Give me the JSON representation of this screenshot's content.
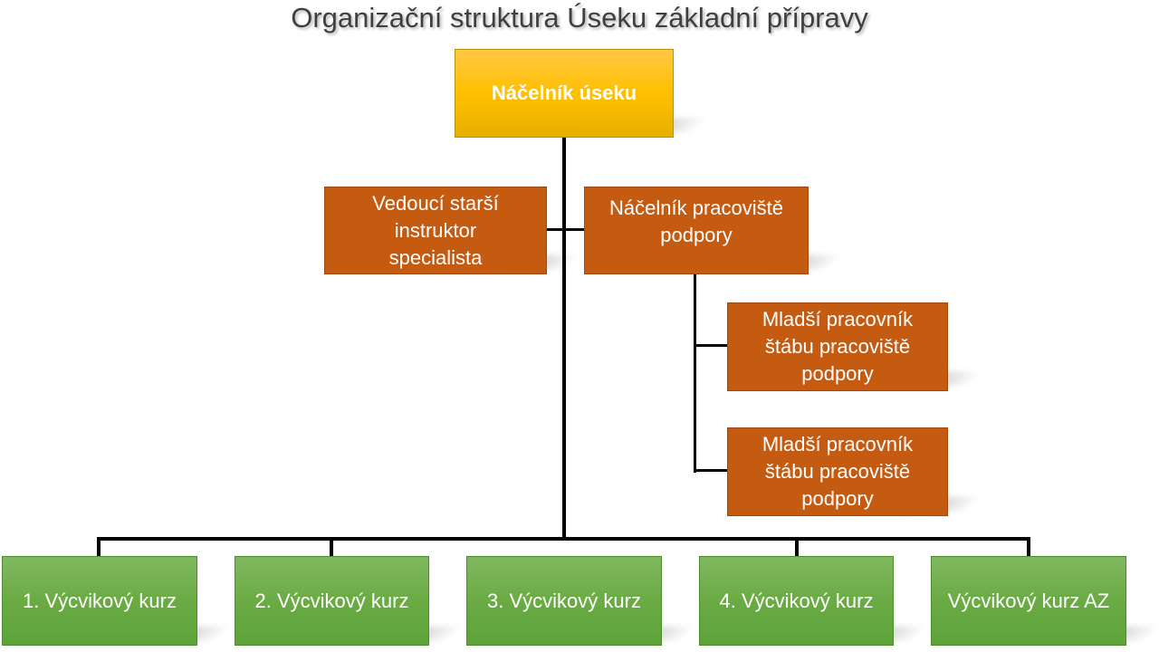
{
  "title": "Organizační struktura Úseku základní přípravy",
  "head": "Náčelník úseku",
  "staff": [
    "Vedoucí starší instruktor specialista",
    "Náčelník pracoviště podpory"
  ],
  "support": [
    "Mladší pracovník štábu pracoviště podpory",
    "Mladší pracovník štábu pracoviště podpory"
  ],
  "courses": [
    "1. Výcvikový kurz",
    "2. Výcvikový kurz",
    "3. Výcvikový kurz",
    "4. Výcvikový kurz",
    "Výcvikový kurz AZ"
  ],
  "colors": {
    "head": "#ffc000",
    "staff": "#c55a11",
    "course": "#6aab44"
  }
}
